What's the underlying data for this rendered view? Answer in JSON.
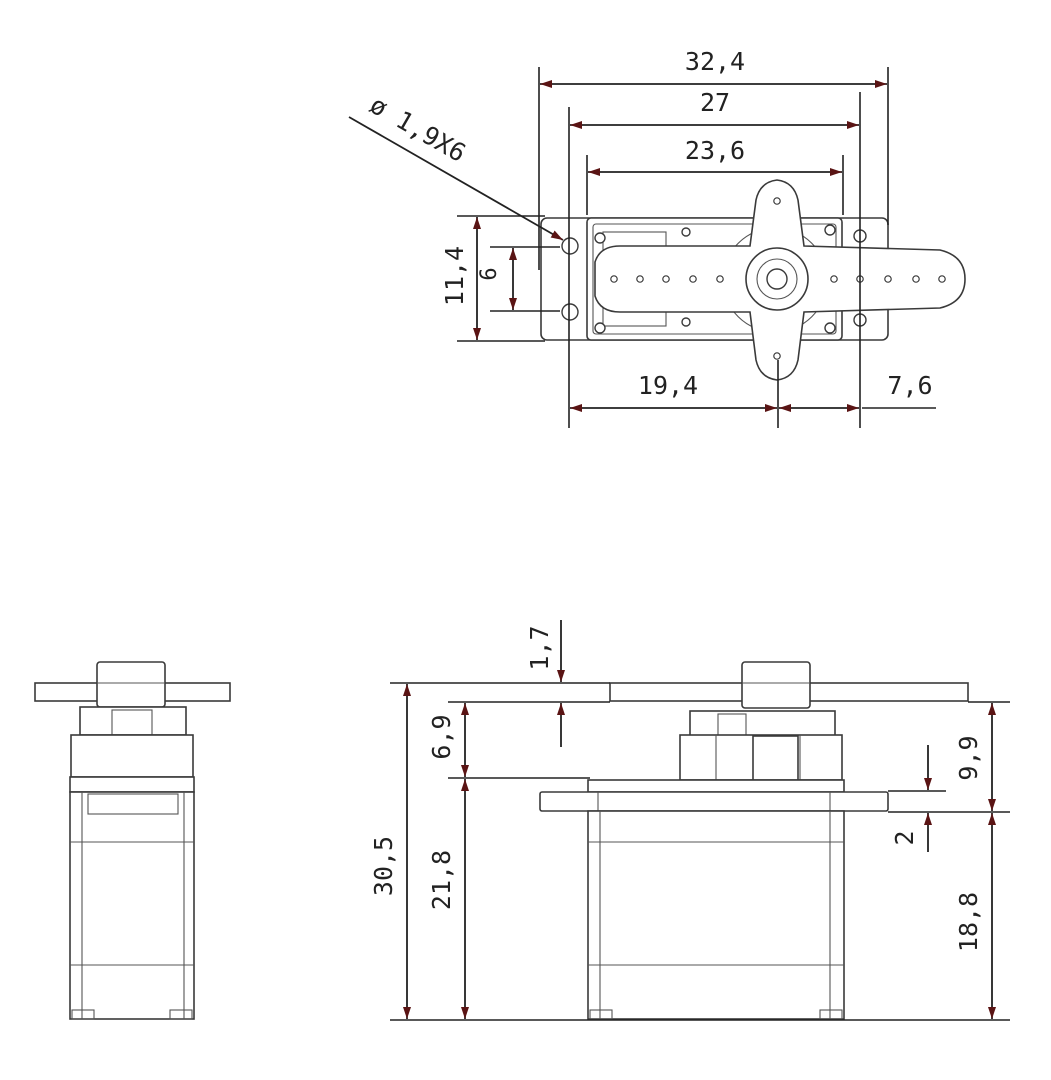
{
  "dimensions": {
    "d_32_4": "32,4",
    "d_27": "27",
    "d_23_6": "23,6",
    "d_hole": "ø 1,9X6",
    "d_11_4": "11,4",
    "d_6": "6",
    "d_19_4": "19,4",
    "d_7_6": "7,6",
    "d_1_7": "1,7",
    "d_6_9": "6,9",
    "d_30_5": "30,5",
    "d_21_8": "21,8",
    "d_9_9": "9,9",
    "d_2": "2",
    "d_18_8": "18,8"
  },
  "colors": {
    "line": "#3a3a3a",
    "arrow": "#5a1414"
  }
}
